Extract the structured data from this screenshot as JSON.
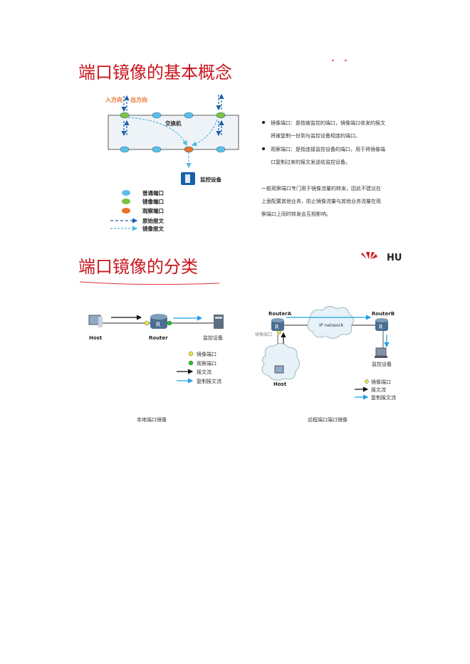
{
  "slide1": {
    "title": "端口镜像的基本概念",
    "direction_in": "入方向",
    "direction_out": "出方向",
    "switch_label": "交换机",
    "monitor_label": "监控设备",
    "legend": [
      "普通端口",
      "镜像端口",
      "观察端口",
      "原始报文",
      "镜像报文"
    ],
    "bullets": [
      {
        "line1": "镜像端口：是指被监控的端口，镜像端口收发的报文",
        "line2": "将被复制一份到与监控设备相连的端口。"
      },
      {
        "line1": "观察端口：是指连接监控设备的端口，用于将镜像端",
        "line2": "口复制过来的报文发送给监控设备。"
      }
    ],
    "paragraph": [
      "一般观察端口专门用于镜像流量的转发，因此不建议在",
      "上面配置其他业务，防止镜像流量与其他业务流量在观",
      "察端口上同时转发会互相影响。"
    ],
    "colors": {
      "normal_port": "#5bc0e8",
      "mirror_port": "#7dc243",
      "observe_port": "#e8722a",
      "title": "#c8161d"
    }
  },
  "slide2": {
    "title": "端口镜像的分类",
    "logo_text": "HU",
    "local": {
      "host": "Host",
      "router": "Router",
      "monitor": "监控设备",
      "legend": [
        "镜像端口",
        "观察端口",
        "报文流",
        "复制报文流"
      ],
      "caption": "本地端口镜像"
    },
    "remote": {
      "router_a": "RouterA",
      "router_b": "RouterB",
      "network": "IP network",
      "mirror_port": "镜像端口",
      "host": "Host",
      "monitor": "监控设备",
      "legend": [
        "镜像端口",
        "报文流",
        "复制报文流"
      ],
      "caption": "远程端口端口镜像"
    }
  }
}
